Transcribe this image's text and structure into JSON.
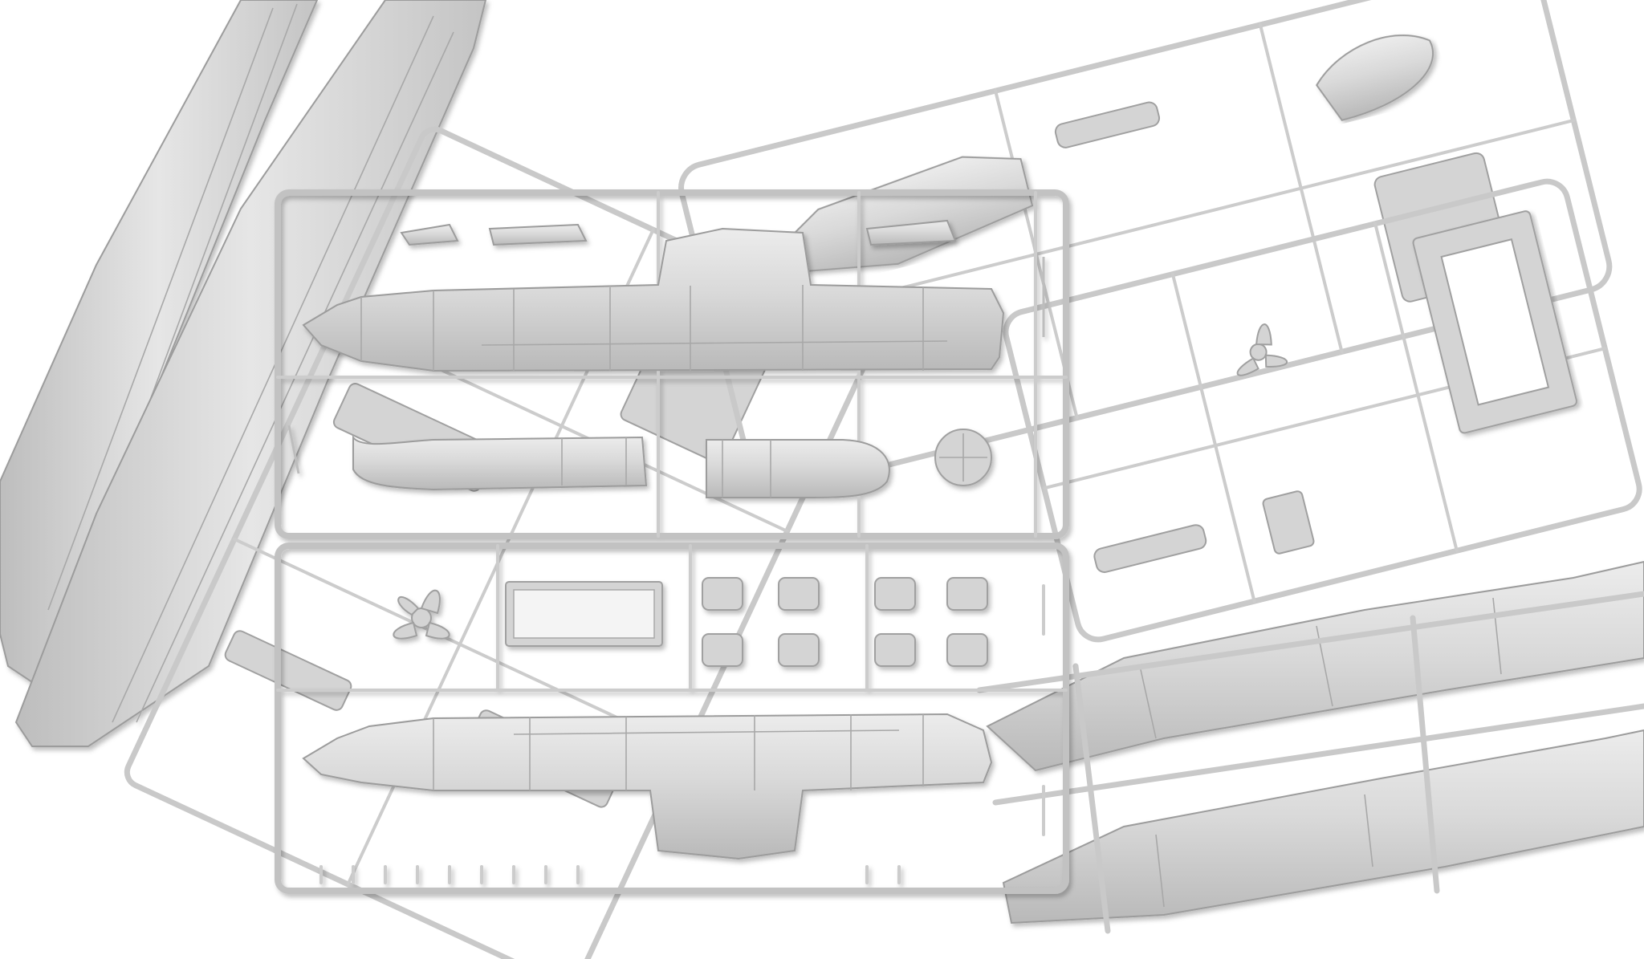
{
  "scene": {
    "description_free": true,
    "palette": {
      "background": "#ffffff",
      "plastic_light": "#e2e2e2",
      "plastic_mid": "#cfcfcf",
      "plastic_shadow": "#9c9c9c"
    },
    "icons": [
      "submarine-hull-half",
      "sprue-frame",
      "propeller",
      "torpedo-part"
    ]
  }
}
